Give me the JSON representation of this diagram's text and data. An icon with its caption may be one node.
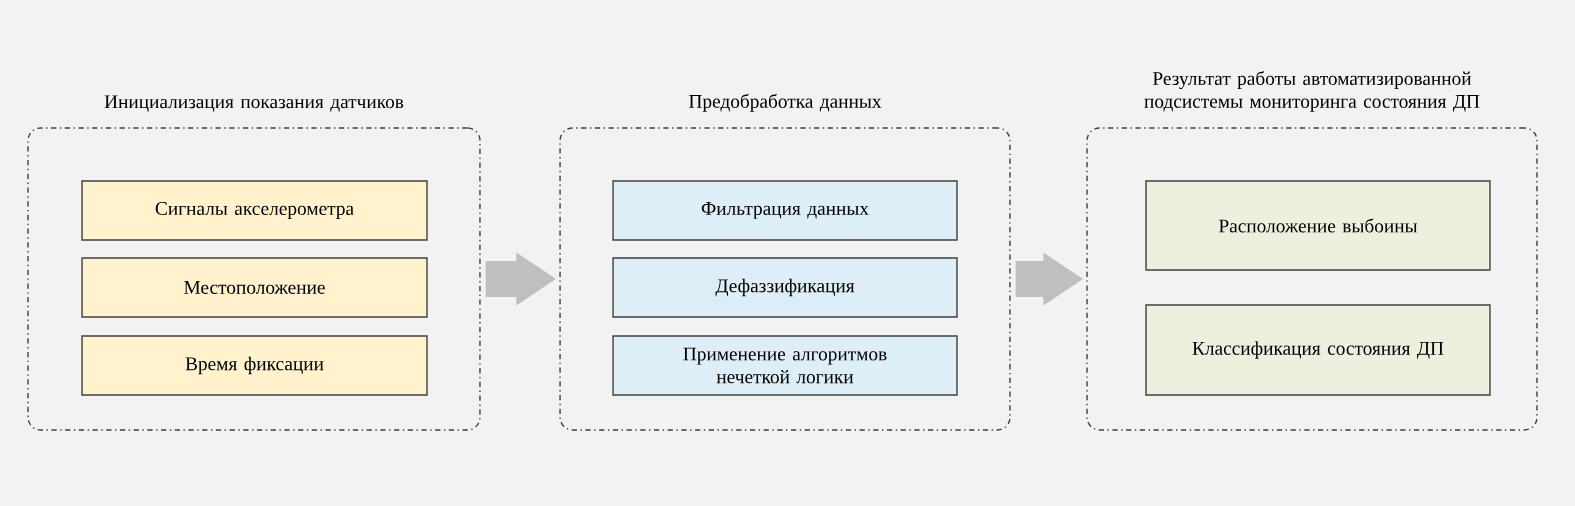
{
  "diagram": {
    "nodes": [
      {
        "text": [
          "Инициализация показания датчиков"
        ]
      },
      {
        "text": [
          "Сигналы акселерометра"
        ],
        "in": 0
      },
      {
        "text": [
          "Местоположение"
        ],
        "in": 0
      },
      {
        "text": [
          "Время фиксации"
        ],
        "in": 0
      },
      {
        "text": [
          "Предобработка данных"
        ]
      },
      {
        "text": [
          "Фильтрация данных"
        ],
        "in": 4
      },
      {
        "text": [
          "Дефаззификация"
        ],
        "in": 4
      },
      {
        "text": [
          "Применение алгоритмов нечеткой логики"
        ],
        "in": 4
      },
      {
        "text": [
          "Результат работы автоматизированной подсистемы мониторинга состояния ДП"
        ]
      },
      {
        "text": [
          "Расположение выбоины"
        ],
        "in": 8
      },
      {
        "text": [
          "Классификация состояния ДП"
        ],
        "in": 8
      }
    ],
    "edges": [
      {
        "from": 0,
        "to": 4,
        "arrow": "to"
      },
      {
        "from": 4,
        "to": 8,
        "arrow": "to"
      }
    ]
  }
}
